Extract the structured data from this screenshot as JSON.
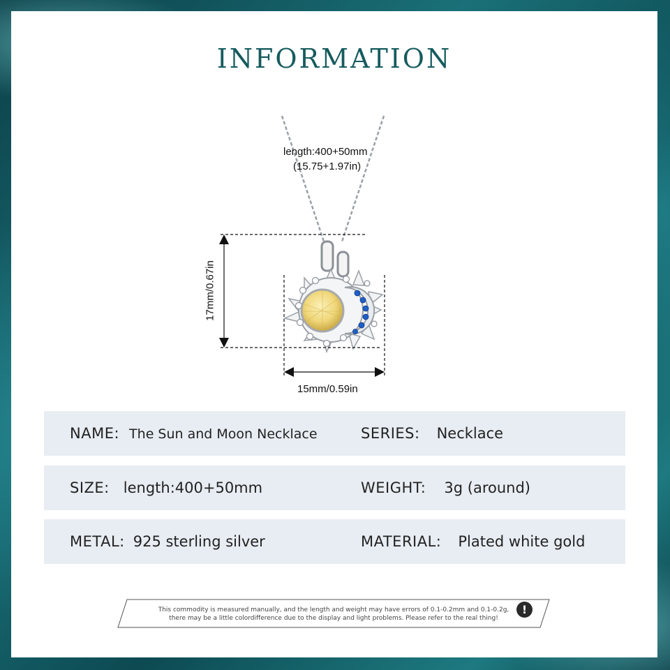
{
  "header": {
    "title": "INFORMATION"
  },
  "dimensions": {
    "length_line1": "length:400+50mm",
    "length_line2": "(15.75+1.97in)",
    "height": "17mm/0.67in",
    "width": "15mm/0.59in"
  },
  "specs": [
    {
      "key1": "NAME:",
      "val1": "The Sun and Moon Necklace",
      "key2": "SERIES:",
      "val2": "Necklace"
    },
    {
      "key1": "SIZE:",
      "val1": "length:400+50mm",
      "key2": "WEIGHT:",
      "val2": "3g (around)"
    },
    {
      "key1": "METAL:",
      "val1": "925 sterling silver",
      "key2": "MATERIAL:",
      "val2": "Plated white gold"
    }
  ],
  "notice": {
    "line1": "This commodity is measured manually, and the length and weight may have errors of 0.1-0.2mm and 0.1-0.2g,",
    "line2": "there may be a little colordifference due to the display and light problems. Please refer to the real thing!",
    "icon": "exclamation-icon"
  },
  "colors": {
    "title": "#165b5e",
    "row_bg": "#e8edf3",
    "frame": "#0f4d55",
    "stone_yellow": "#f0d77a",
    "stone_blue": "#1f5fc8"
  }
}
